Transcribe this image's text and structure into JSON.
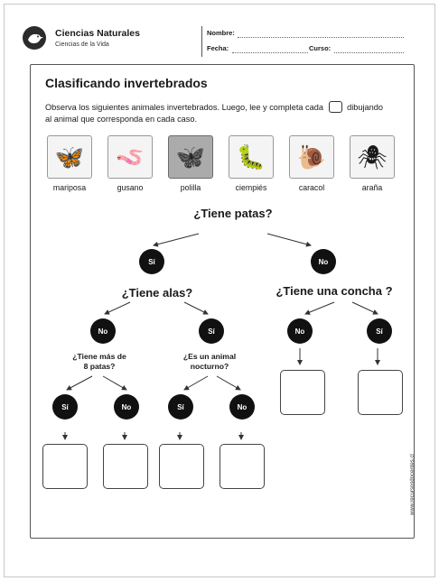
{
  "header": {
    "brand_title": "Ciencias Naturales",
    "brand_subtitle": "Ciencias de la Vida",
    "nombre_label": "Nombre:",
    "fecha_label": "Fecha:",
    "curso_label": "Curso:",
    "logo_icon": "bird-logo-icon"
  },
  "worksheet": {
    "title": "Clasificando invertebrados",
    "instruction_part1": "Observa los siguientes animales invertebrados. Luego, lee y completa cada",
    "instruction_part2": "dibujando",
    "instruction_part3": "al animal que corresponda en cada caso."
  },
  "animals": [
    {
      "name": "mariposa",
      "icon": "butterfly-icon",
      "glyph": "🦋"
    },
    {
      "name": "gusano",
      "icon": "worm-icon",
      "glyph": "🪱"
    },
    {
      "name": "polilla",
      "icon": "moth-icon",
      "glyph": "🦋"
    },
    {
      "name": "ciempiés",
      "icon": "centipede-icon",
      "glyph": "🐛"
    },
    {
      "name": "caracol",
      "icon": "snail-icon",
      "glyph": "🐌"
    },
    {
      "name": "araña",
      "icon": "spider-icon",
      "glyph": "🕷"
    }
  ],
  "tree": {
    "q_root": "¿Tiene patas?",
    "yes": "Sí",
    "no": "No",
    "q_alas": "¿Tiene alas?",
    "q_concha": "¿Tiene una concha ?",
    "q_patas_line1": "¿Tiene más de",
    "q_patas_line2": "8 patas?",
    "q_nocturno_line1": "¿Es un animal",
    "q_nocturno_line2": "nocturno?"
  },
  "footer": {
    "side_credit": "www.recursosdocentes.cl"
  }
}
